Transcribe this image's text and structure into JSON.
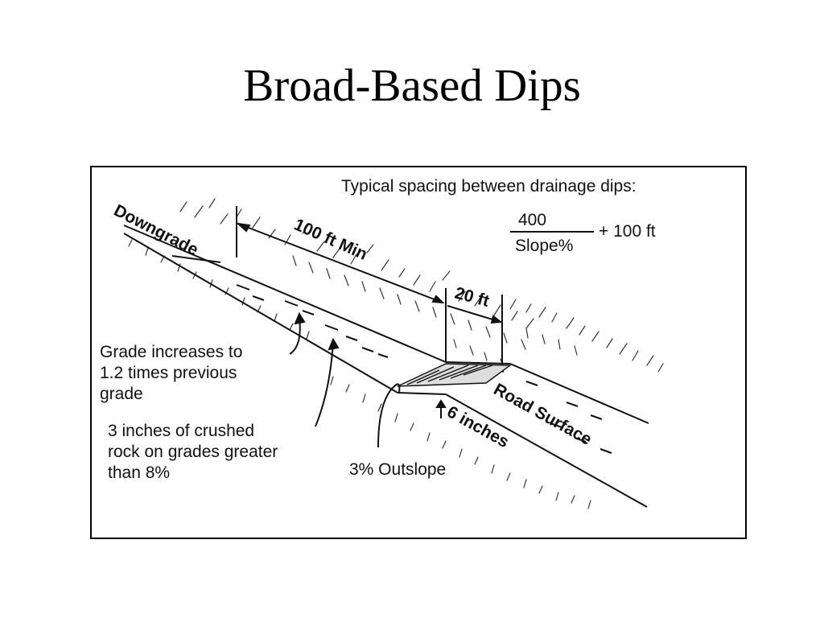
{
  "slide": {
    "title": "Broad-Based Dips"
  },
  "diagram": {
    "spacing_heading": "Typical spacing between drainage dips:",
    "formula": {
      "numerator": "400",
      "denominator": "Slope%",
      "addend": "+ 100 ft"
    },
    "labels": {
      "downgrade": "Downgrade",
      "min_distance": "100 ft Min",
      "dip_width": "20 ft",
      "road_surface": "Road Surface",
      "depth": "6 inches",
      "outslope": "3% Outslope"
    },
    "notes": {
      "grade_increase": [
        "Grade increases to",
        "1.2 times previous",
        "grade"
      ],
      "crushed_rock": [
        "3 inches of crushed",
        "rock on grades greater",
        "than 8%"
      ]
    },
    "colors": {
      "ink": "#111111",
      "background": "#ffffff"
    }
  }
}
